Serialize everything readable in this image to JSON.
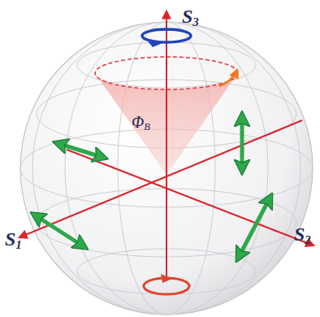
{
  "diagram": {
    "labels": [
      "S3",
      "ΦB",
      "S1",
      "S2"
    ]
  }
}
